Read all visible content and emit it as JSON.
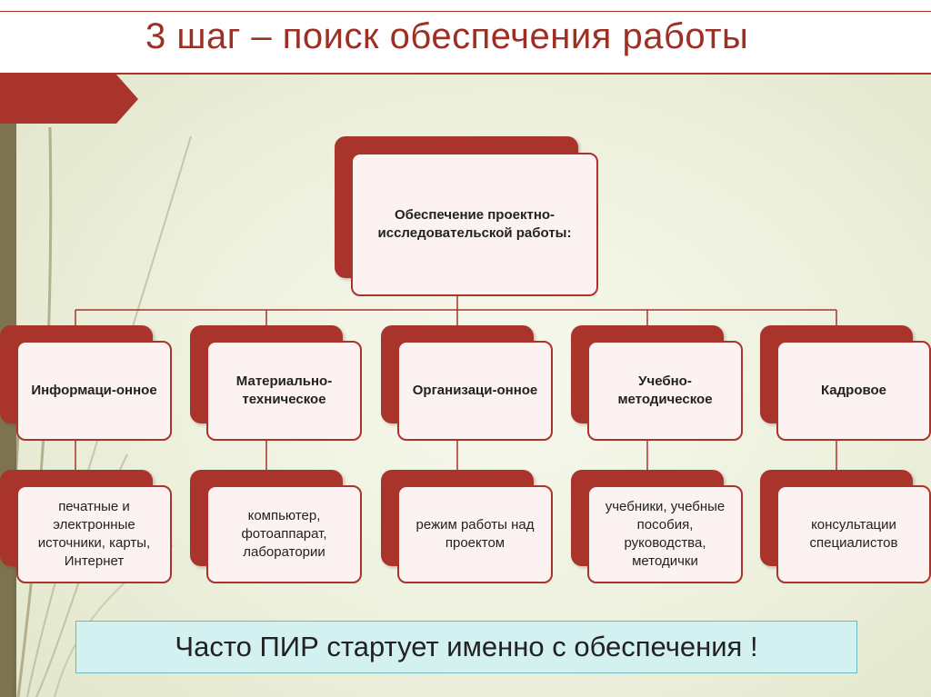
{
  "title": "3 шаг – поиск обеспечения работы",
  "root": {
    "label": "Обеспечение проектно-исследовательской работы:"
  },
  "categories": [
    {
      "label": "Информаци-онное",
      "detail": "печатные и электронные источники, карты, Интернет"
    },
    {
      "label": "Материально-техническое",
      "detail": "компьютер, фотоаппарат, лаборатории"
    },
    {
      "label": "Организаци-онное",
      "detail": "режим работы над проектом"
    },
    {
      "label": "Учебно-методическое",
      "detail": "учебники, учебные пособия, руководства, методички"
    },
    {
      "label": "Кадровое",
      "detail": "консультации специалистов"
    }
  ],
  "note": "Часто ПИР стартует  именно с обеспечения !",
  "colors": {
    "accent": "#a9342b",
    "card_fill": "#fbf2f1",
    "note_bg": "#d4f1f2"
  }
}
